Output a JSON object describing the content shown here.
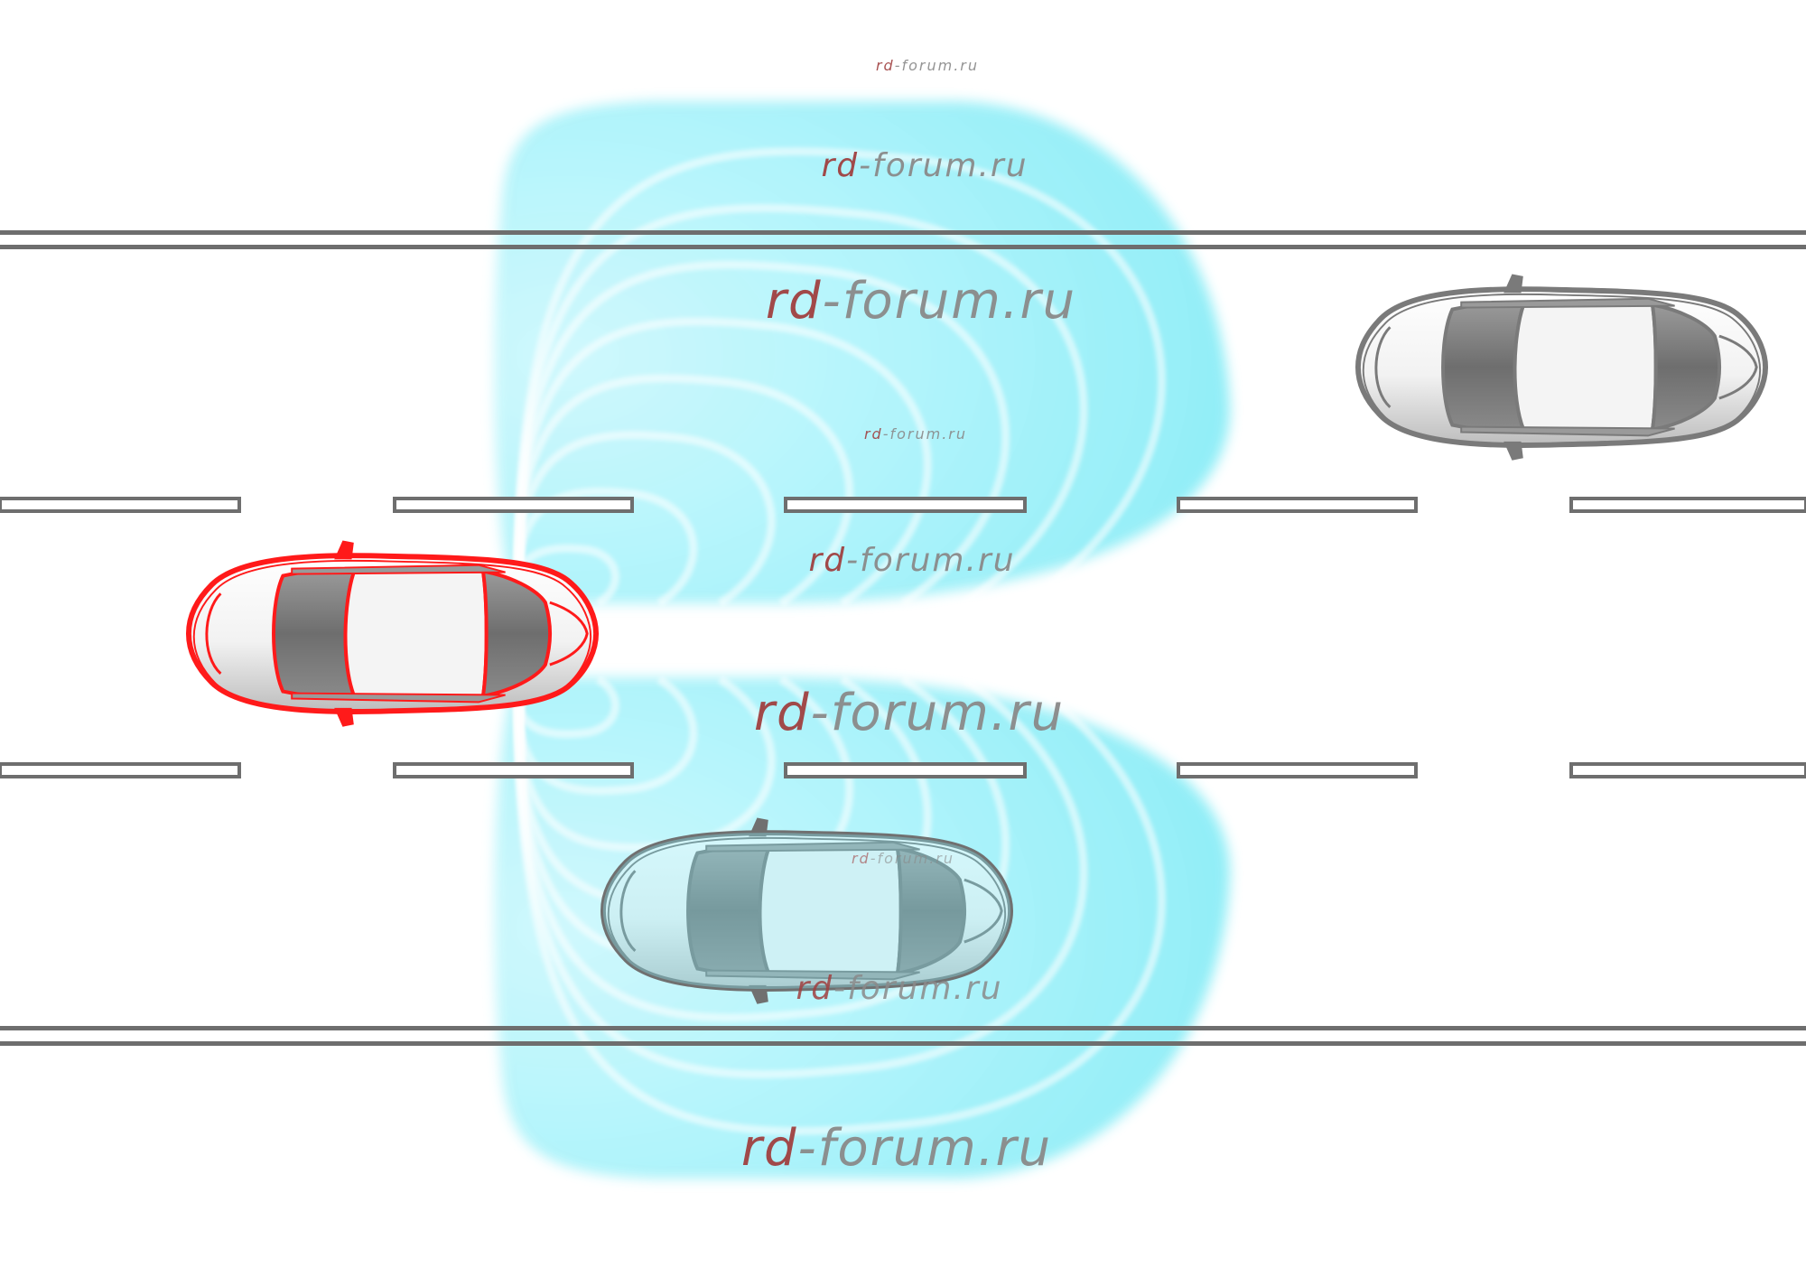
{
  "watermark": {
    "text": "rd-forum.ru",
    "prefix": "rd",
    "suffix": "-forum.ru",
    "prefix_color": "#a04040",
    "suffix_color": "#8a8a8a"
  },
  "road": {
    "edge_line_color": "#6e6e6e",
    "lane_marking_color": "#6e6e6e",
    "lanes": 3
  },
  "detection_zone": {
    "color": "#86ecf6",
    "sides": [
      "left",
      "right"
    ]
  },
  "cars": [
    {
      "role": "host-vehicle",
      "color": "#ff1a1a",
      "lane": "middle"
    },
    {
      "role": "detected-vehicle",
      "color": "#707070",
      "lane": "bottom"
    },
    {
      "role": "other-vehicle",
      "color": "#7a7a7a",
      "lane": "top"
    }
  ]
}
